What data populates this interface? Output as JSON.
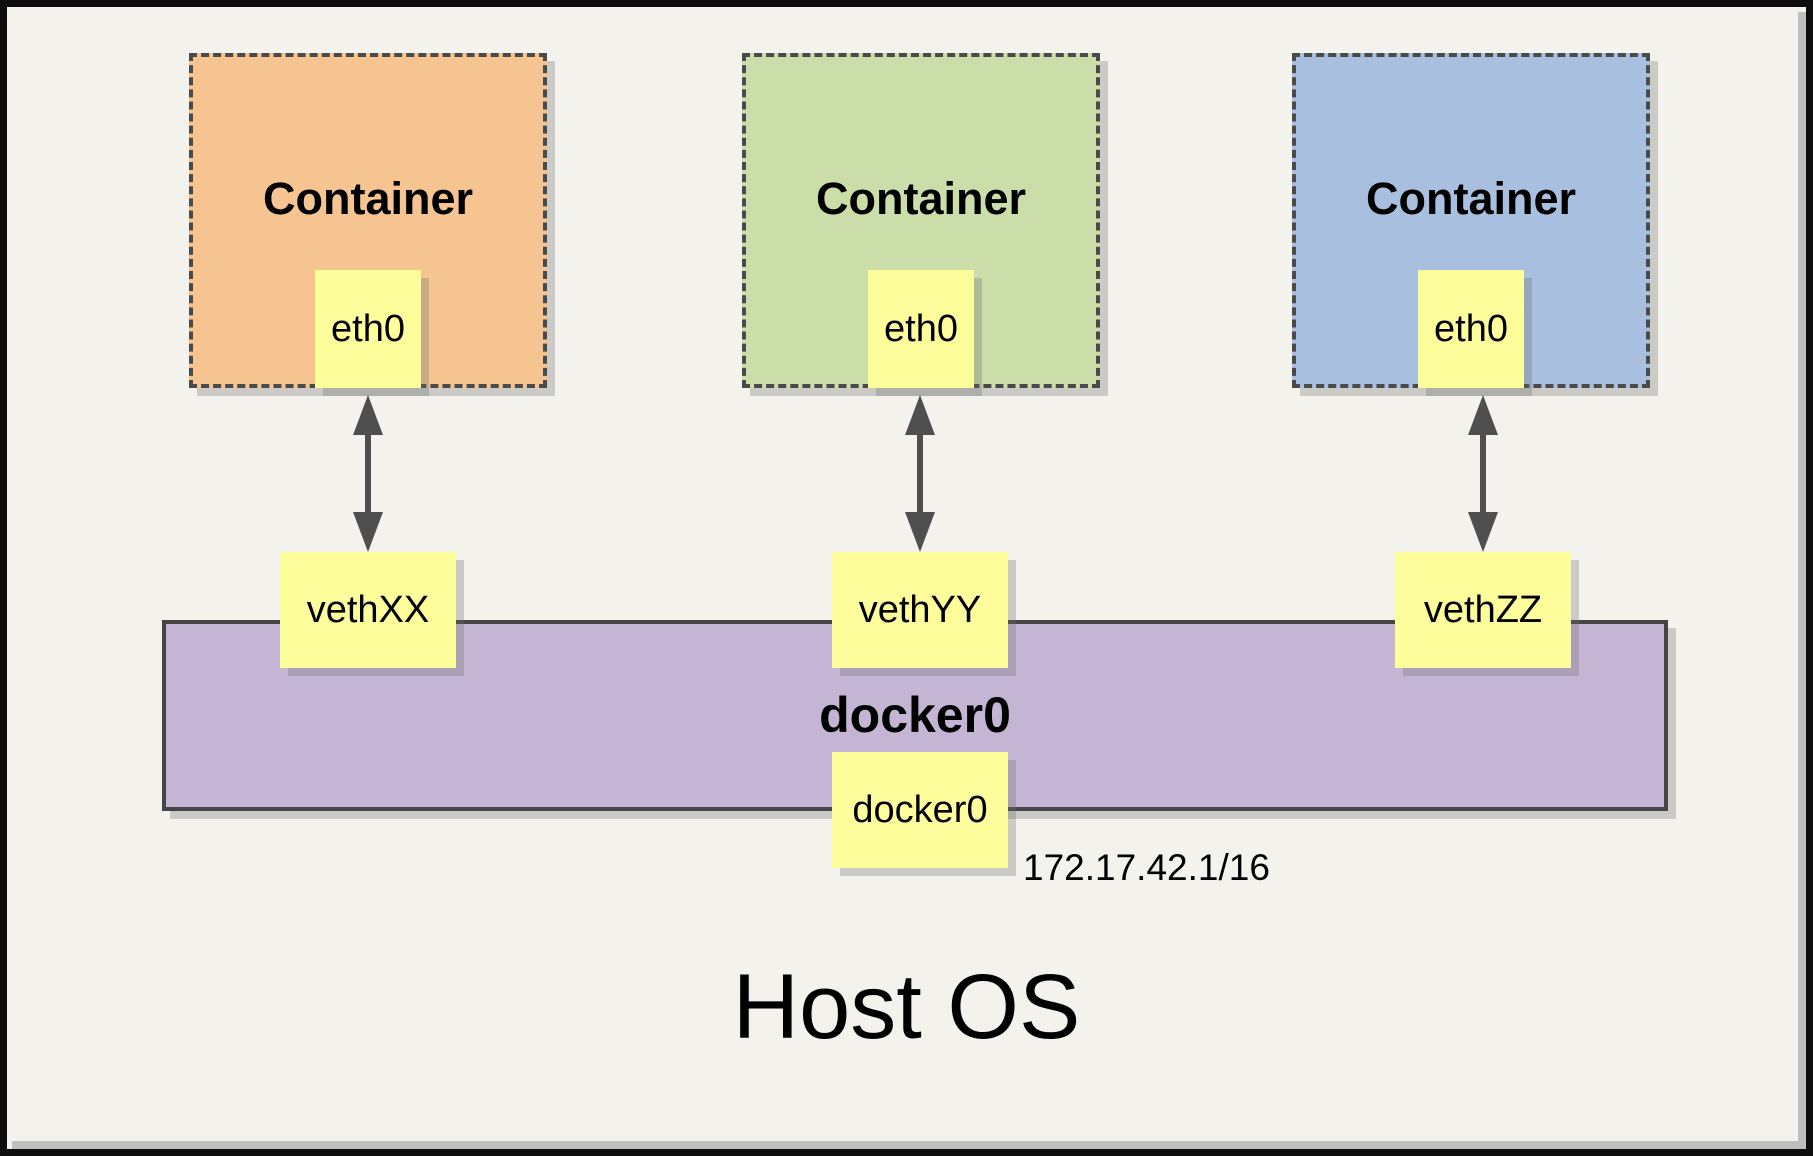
{
  "host": {
    "label": "Host OS"
  },
  "bridge": {
    "label": "docker0",
    "interface_label": "docker0",
    "ip": "172.17.42.1/16"
  },
  "containers": [
    {
      "label": "Container",
      "interface": "eth0",
      "veth": "vethXX"
    },
    {
      "label": "Container",
      "interface": "eth0",
      "veth": "vethYY"
    },
    {
      "label": "Container",
      "interface": "eth0",
      "veth": "vethZZ"
    }
  ],
  "colors": {
    "container_orange": "#F5C491",
    "container_green": "#CBDDA9",
    "container_blue": "#A9BFDF",
    "interface_yellow": "#FDFD9C",
    "bridge_purple": "#C4B5D4",
    "background": "#F4F2EC",
    "border_dark": "#4A4A4A",
    "arrow_gray": "#4F4F4F"
  }
}
